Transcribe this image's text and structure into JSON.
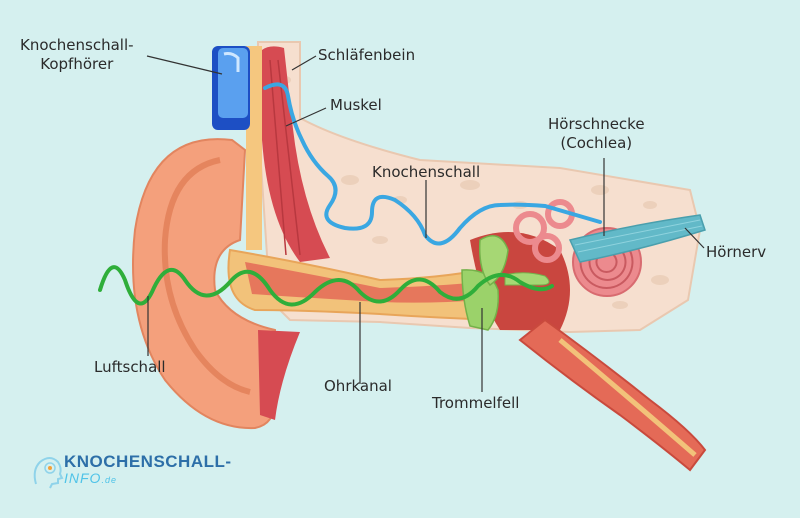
{
  "labels": {
    "bone_headphone_line1": "Knochenschall-",
    "bone_headphone_line2": "Kopfhörer",
    "temporal_bone": "Schläfenbein",
    "muscle": "Muskel",
    "bone_conduction": "Knochenschall",
    "cochlea_line1": "Hörschnecke",
    "cochlea_line2": "(Cochlea)",
    "auditory_nerve": "Hörnerv",
    "air_conduction": "Luftschall",
    "ear_canal": "Ohrkanal",
    "eardrum": "Trommelfell"
  },
  "logo": {
    "main_dark": "KNOCHENSCHALL",
    "main_dash": "-",
    "sub": "INFO",
    "tld": ".de"
  },
  "colors": {
    "background": "#d5f0ef",
    "bone": "#f6dfcf",
    "skin": "#f4a07c",
    "muscle": "#d64b52",
    "canal": "#f2c27a",
    "bone_wave": "#3aa7e2",
    "air_wave": "#2fae3a",
    "nerve": "#62b9c8",
    "cochlea": "#ec8a8e",
    "eardrum": "#9bd26a",
    "headphone": "#1d4fc4"
  }
}
